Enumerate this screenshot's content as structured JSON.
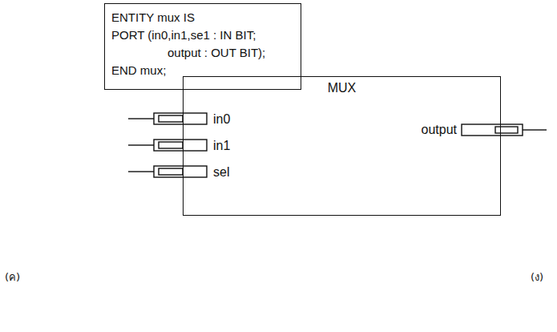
{
  "diagram": {
    "nodes": [
      {
        "text": [
          "ENTITY mux IS",
          "PORT (in0,in1,se1 : IN BIT;",
          "output : OUT BIT);",
          "END mux;"
        ]
      },
      {
        "text": [
          "MUX"
        ]
      }
    ],
    "labels": [
      "in0",
      "in1",
      "sel",
      "output",
      "(ค)",
      "(ง)"
    ]
  }
}
